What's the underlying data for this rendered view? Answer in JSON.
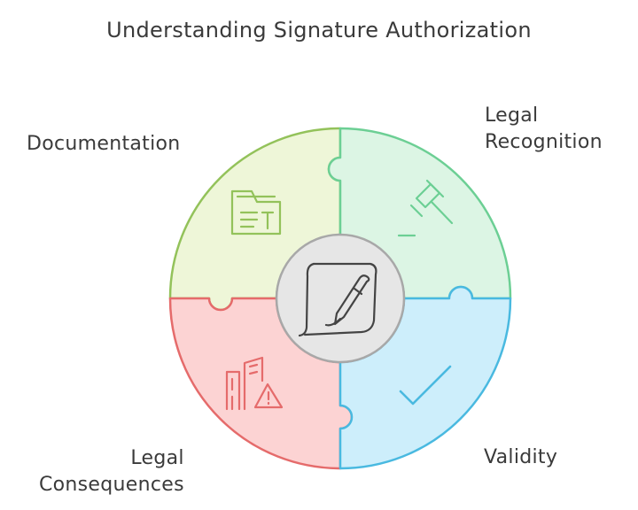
{
  "title": "Understanding Signature Authorization",
  "segments": {
    "documentation": {
      "label": "Documentation",
      "fill": "#eef6d8",
      "stroke": "#93c25a",
      "icon": "folder-text-icon"
    },
    "legal_recognition": {
      "label_line1": "Legal",
      "label_line2": "Recognition",
      "fill": "#dcf5e4",
      "stroke": "#6ccf94",
      "icon": "gavel-icon"
    },
    "legal_consequences": {
      "label_line1": "Legal",
      "label_line2": "Consequences",
      "fill": "#fcd3d3",
      "stroke": "#e56b6b",
      "icon": "buildings-warning-icon"
    },
    "validity": {
      "label": "Validity",
      "fill": "#cdeefb",
      "stroke": "#49b9e0",
      "icon": "checkmark-icon"
    }
  },
  "center": {
    "fill": "#e6e6e6",
    "stroke": "#a8a8a8",
    "icon": "signature-document-pen-icon"
  }
}
